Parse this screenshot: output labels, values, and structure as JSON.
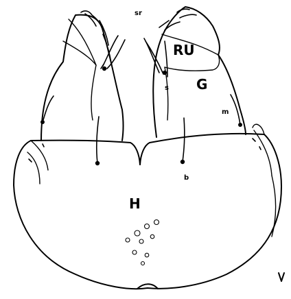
{
  "figure": {
    "labels": {
      "ru": "RU",
      "g": "G",
      "h": "H",
      "sr": "sr",
      "s": "s",
      "m": "m",
      "b": "b"
    }
  }
}
